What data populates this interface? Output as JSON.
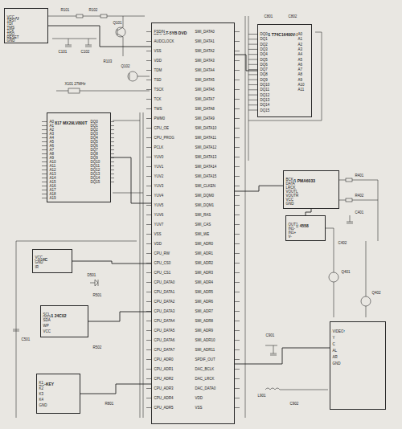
{
  "diagram": {
    "nodes": [
      {
        "text": [
          "J-DCU"
        ]
      },
      {
        "text": [
          "SDU ST-5YB DVD"
        ]
      },
      {
        "text": [
          "IC801 T74C16400V-10"
        ]
      },
      {
        "text": [
          "AD817 MX29LV800T"
        ]
      },
      {
        "text": [
          "IC401 PMA6033"
        ]
      },
      {
        "text": [
          "IC402 4558"
        ]
      },
      {
        "text": [
          "CN-RC"
        ]
      },
      {
        "text": [
          "IC501 24C02"
        ]
      },
      {
        "text": [
          "CN-KEY"
        ]
      },
      {
        "text": [
          "CN-AV"
        ]
      }
    ],
    "edges": [
      {
        "from": 0,
        "to": 1,
        "arrow": "none"
      },
      {
        "from": 3,
        "to": 1,
        "arrow": "none"
      },
      {
        "from": 1,
        "to": 2,
        "arrow": "none"
      },
      {
        "from": 1,
        "to": 4,
        "arrow": "none"
      },
      {
        "from": 4,
        "to": 5,
        "arrow": "none"
      },
      {
        "from": 6,
        "to": 1,
        "arrow": "none"
      },
      {
        "from": 7,
        "to": 1,
        "arrow": "none"
      },
      {
        "from": 8,
        "to": 1,
        "arrow": "none"
      },
      {
        "from": 1,
        "to": 9,
        "arrow": "none"
      }
    ],
    "labels": [
      "FSDIN",
      "AUDCLOCK",
      "VSS",
      "VDD",
      "TDM",
      "TSD",
      "TSCK",
      "TCK",
      "TWS",
      "PWM0",
      "CPU_OE",
      "CPU_PROG",
      "PCLK",
      "YUV0",
      "YUV1",
      "YUV2",
      "YUV3",
      "YUV4",
      "YUV5",
      "YUV6",
      "YUV7",
      "VSS",
      "VDD",
      "CPU_RW",
      "CPU_CS0",
      "CPU_CS1",
      "CPU_DATA0",
      "CPU_DATA1",
      "CPU_DATA2",
      "CPU_DATA3",
      "CPU_DATA4",
      "CPU_DATA5",
      "CPU_DATA6",
      "CPU_DATA7",
      "CPU_ADR0",
      "CPU_ADR1",
      "CPU_ADR2",
      "CPU_ADR3",
      "CPU_ADR4",
      "CPU_ADR5",
      "SMI_DATA0",
      "SMI_DATA1",
      "SMI_DATA2",
      "SMI_DATA3",
      "SMI_DATA4",
      "SMI_DATA5",
      "SMI_DATA6",
      "SMI_DATA7",
      "SMI_DATA8",
      "SMI_DATA9",
      "SMI_DATA10",
      "SMI_DATA11",
      "SMI_DATA12",
      "SMI_DATA13",
      "SMI_DATA14",
      "SMI_DATA15",
      "SMI_CLKEN",
      "SMI_DQM0",
      "SMI_DQM1",
      "SMI_RAS",
      "SMI_CAS",
      "SMI_WE",
      "SMI_ADR0",
      "SMI_ADR1",
      "SMI_ADR2",
      "SMI_ADR3",
      "SMI_ADR4",
      "SMI_ADR5",
      "SMI_ADR6",
      "SMI_ADR7",
      "SMI_ADR8",
      "SMI_ADR9",
      "SMI_ADR10",
      "SMI_ADR11",
      "SPDIF_OUT",
      "DAC_BCLK",
      "DAC_LRCK",
      "DAC_DATA0",
      "VDD",
      "VSS",
      "DQ0",
      "DQ1",
      "DQ2",
      "DQ3",
      "DQ4",
      "DQ5",
      "DQ6",
      "DQ7",
      "DQ8",
      "DQ9",
      "DQ10",
      "DQ11",
      "DQ12",
      "DQ13",
      "DQ14",
      "DQ15",
      "A0",
      "A1",
      "A2",
      "A3",
      "A4",
      "A5",
      "A6",
      "A7",
      "A8",
      "A9",
      "A10",
      "A11",
      "A0",
      "A1",
      "A2",
      "A3",
      "A4",
      "A5",
      "A6",
      "A7",
      "A8",
      "A9",
      "A10",
      "A11",
      "A12",
      "A13",
      "A14",
      "A15",
      "A16",
      "A17",
      "A18",
      "A19",
      "DQ0",
      "DQ1",
      "DQ2",
      "DQ3",
      "DQ4",
      "DQ5",
      "DQ6",
      "DQ7",
      "DQ8",
      "DQ9",
      "DQ10",
      "DQ11",
      "DQ12",
      "DQ13",
      "DQ14",
      "DQ15",
      "BCK",
      "DATA",
      "LRCK",
      "VOUTL",
      "VOUTR",
      "VCC",
      "GND",
      "VCC",
      "TRST",
      "TDI",
      "TMS",
      "TCK",
      "TDO",
      "RESET",
      "GND",
      "VIDEO",
      "Y",
      "C",
      "AL",
      "AR",
      "GND",
      "VCC",
      "GND",
      "IR",
      "K1",
      "K2",
      "K3",
      "K4",
      "GND",
      "SCL",
      "SDA",
      "WP",
      "VCC",
      "OUT1",
      "IN1-",
      "IN1+",
      "V-",
      "R101",
      "R102",
      "Q101",
      "C101",
      "C102",
      "R103",
      "Q102",
      "X101 27MHz",
      "C801",
      "C802",
      "R401",
      "R402",
      "C401",
      "C402",
      "Q401",
      "Q402",
      "R501",
      "R502",
      "C501",
      "D501",
      "R801",
      "C901",
      "L901",
      "C902"
    ]
  }
}
